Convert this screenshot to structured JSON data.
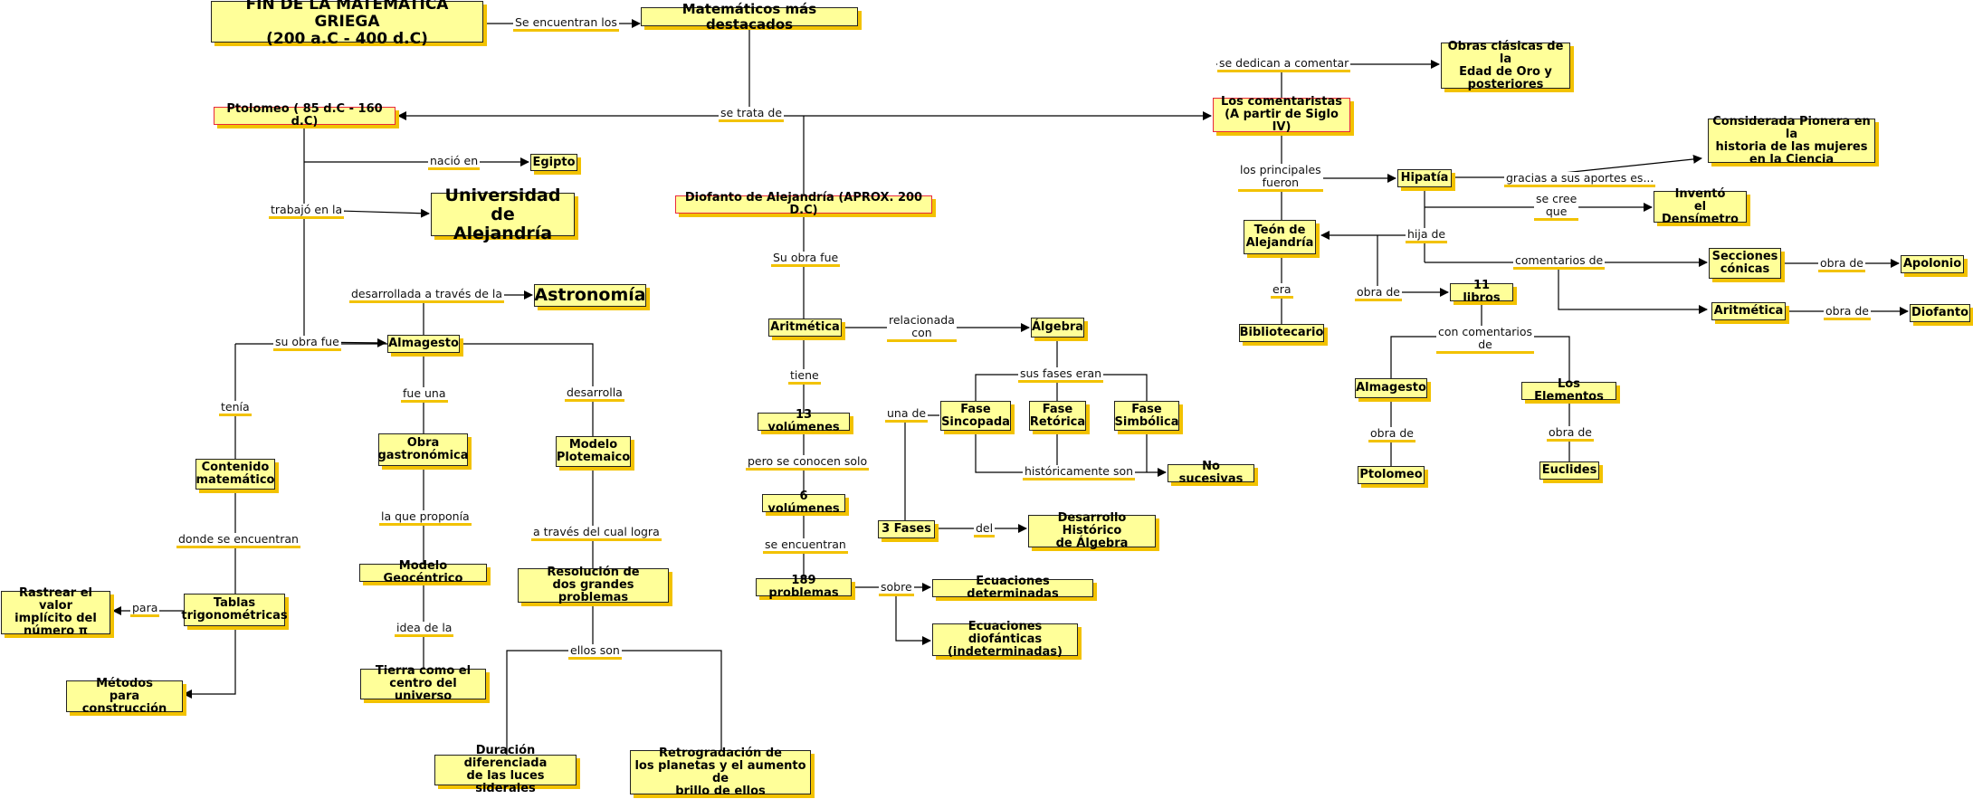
{
  "nodes": {
    "title": "FIN DE LA MATEMÁTICA GRIEGA\n(200 a.C - 400 d.C)",
    "matematicos": "Matemáticos más destacados",
    "ptolomeo": "Ptolomeo ( 85 d.C - 160 d.C)",
    "egipto": "Egipto",
    "universidad": "Universidad de\nAlejandría",
    "astronomia": "Astronomía",
    "almagesto": "Almagesto",
    "contenido": "Contenido\nmatemático",
    "obra_gastro": "Obra\ngastronómica",
    "modelo_plotemaico": "Modelo\nPlotemaico",
    "modelo_geo": "Modelo Geocéntrico",
    "tierra": "Tierra como el\ncentro del universo",
    "resolucion": "Resolución de\ndos grandes problemas",
    "duracion": "Duración diferenciada\nde las luces siderales",
    "retrogradacion": "Retrogradación de\nlos planetas y el aumento de\nbrillo de ellos",
    "tablas": "Tablas\ntrigonométricas",
    "rastrear": "Rastrear el valor\nimplícito del\nnúmero π",
    "metodos": "Métodos\npara construcción",
    "diofanto_alej": "Diofanto de Alejandría (APROX. 200 D.C)",
    "aritmetica1": "Aritmética",
    "algebra": "Álgebra",
    "vol13": "13 volúmenes",
    "vol6": "6 volúmenes",
    "prob189": "189 problemas",
    "fase_sinc": "Fase\nSincopada",
    "fase_ret": "Fase\nRetórica",
    "fase_sim": "Fase\nSimbólica",
    "no_suc": "No sucesivas",
    "tres_fases": "3 Fases",
    "desarrollo": "Desarrollo Histórico\nde Álgebra",
    "ec_det": "Ecuaciones determinadas",
    "ec_dio": "Ecuaciones diofánticas\n(indeterminadas)",
    "comentaristas": "Los comentaristas\n(A partir de Siglo IV)",
    "obras_clasicas": "Obras clásicas de la\nEdad de Oro y\nposteriores",
    "hipatia": "Hipatía",
    "pionera": "Considerada Pionera en la\nhistoria de las mujeres\nen la Ciencia",
    "densimetro": "Inventó\nel Densímetro",
    "teon": "Teón de\nAlejandría",
    "bibliotecario": "Bibliotecario",
    "libros11": "11 libros",
    "secciones": "Secciones\ncónicas",
    "apolonio": "Apolonio",
    "aritmetica2": "Aritmética",
    "diofanto": "Diofanto",
    "almagesto2": "Almagesto",
    "elementos": "Los Elementos",
    "ptolomeo2": "Ptolomeo",
    "euclides": "Euclides"
  },
  "labels": {
    "se_encuentran_los": "Se encuentran los",
    "se_trata_de": "se trata de",
    "nacio_en": "nació en",
    "trabajo_en_la": "trabajó en la",
    "desarrollada": "desarrollada a través de la",
    "su_obra_fue_alm": "su obra fue",
    "tenia": "tenía",
    "fue_una": "fue una",
    "desarrolla": "desarrolla",
    "la_que_proponia": "la que proponía",
    "idea_de_la": "idea de la",
    "a_traves": "a través del cual logra",
    "ellos_son": "ellos son",
    "donde_se_encuentran": "donde se encuentran",
    "para": "para",
    "su_obra_fue_dio": "Su obra fue",
    "relacionada_con": "relacionada\ncon",
    "tiene": "tiene",
    "pero_se_conocen": "pero se conocen solo",
    "se_encuentran": "se encuentran",
    "sobre": "sobre",
    "sus_fases_eran": "sus fases eran",
    "historicamente": "históricamente son",
    "una_de": "una de",
    "del": "del",
    "se_dedican": "se dedican a comentar",
    "los_principales": "los principales\nfueron",
    "gracias": "gracias a sus aportes es...",
    "se_cree": "se cree\nque",
    "hija_de": "hija de",
    "era": "era",
    "obra_de_teon": "obra de",
    "comentarios_de": "comentarios de",
    "obra_de_apolonio": "obra de",
    "obra_de_diofanto": "obra de",
    "con_comentarios": "con comentarios\nde",
    "obra_de_ptolomeo": "obra de",
    "obra_de_euclides": "obra de"
  },
  "colors": {
    "node_fill": "#ffff99",
    "shadow": "#f2c200",
    "red_border": "#e8283c",
    "line": "#000000"
  }
}
